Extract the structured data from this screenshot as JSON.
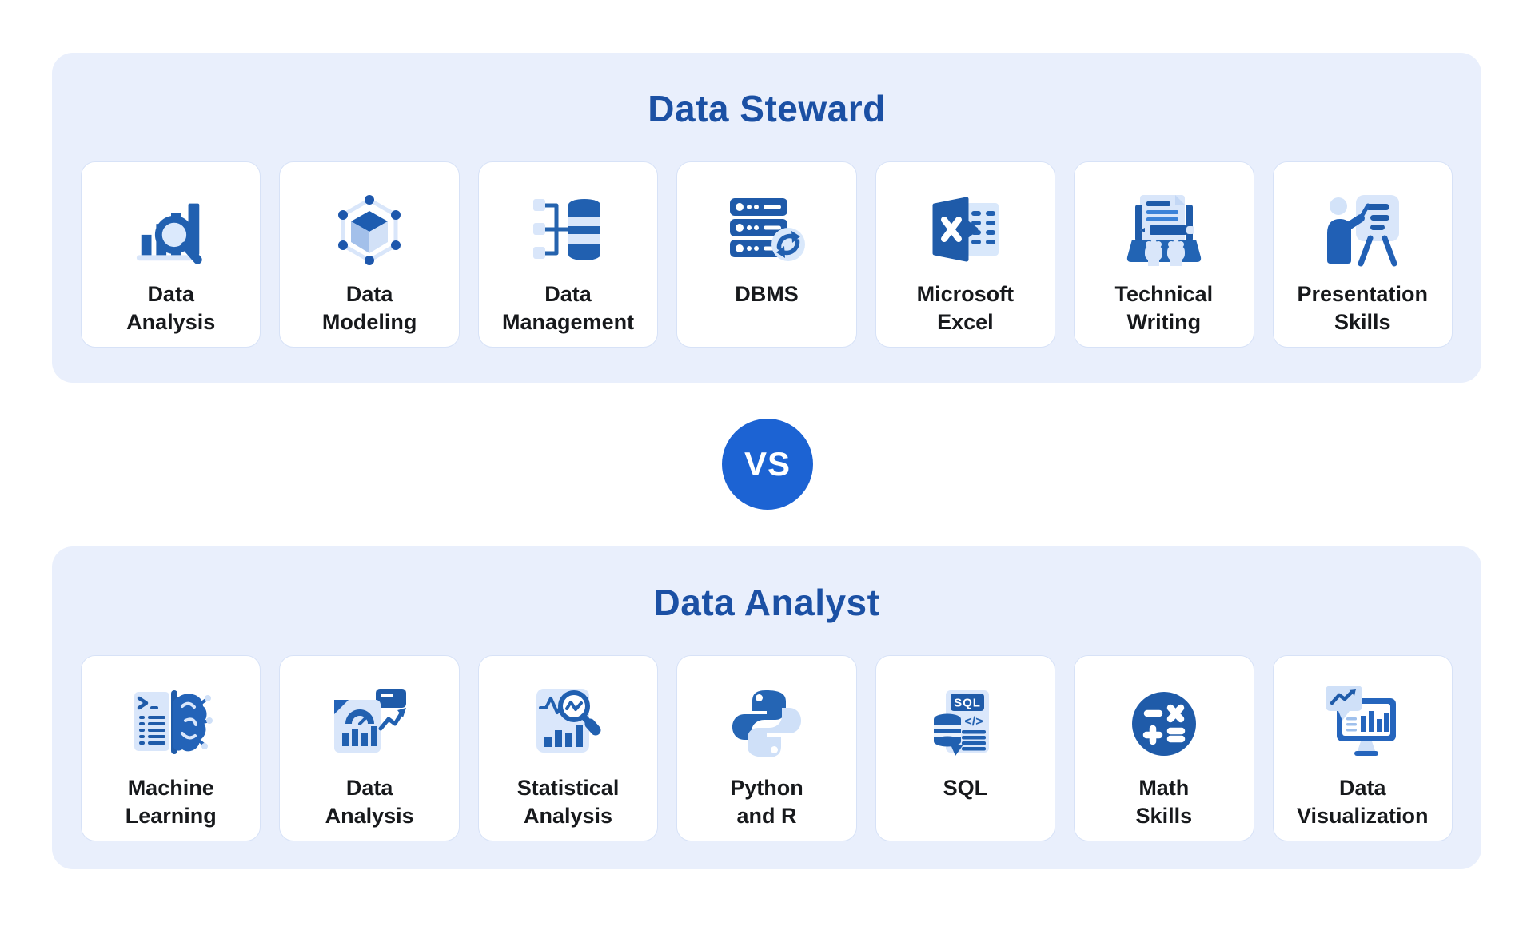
{
  "colors": {
    "section_bg": "#e9effc",
    "card_bg": "#ffffff",
    "card_border": "#d7e2f7",
    "title_text": "#1b50a4",
    "label_text": "#17191c",
    "vs_bg": "#1c63d3",
    "vs_text": "#ffffff",
    "icon_dark_blue": "#1f5ba9",
    "icon_bright_blue": "#3b82d8",
    "icon_light_blue": "#d9e6fa"
  },
  "vs_badge": {
    "label": "VS"
  },
  "sections": [
    {
      "id": "data-steward",
      "title": "Data Steward",
      "cards": [
        {
          "icon": "data-analysis-icon",
          "label": "Data\nAnalysis"
        },
        {
          "icon": "data-modeling-icon",
          "label": "Data\nModeling"
        },
        {
          "icon": "data-management-icon",
          "label": "Data\nManagement"
        },
        {
          "icon": "dbms-icon",
          "label": "DBMS"
        },
        {
          "icon": "microsoft-excel-icon",
          "label": "Microsoft\nExcel"
        },
        {
          "icon": "technical-writing-icon",
          "label": "Technical\nWriting"
        },
        {
          "icon": "presentation-skills-icon",
          "label": "Presentation\nSkills"
        }
      ]
    },
    {
      "id": "data-analyst",
      "title": "Data Analyst",
      "cards": [
        {
          "icon": "machine-learning-icon",
          "label": "Machine\nLearning"
        },
        {
          "icon": "data-analysis-chart-icon",
          "label": "Data\nAnalysis"
        },
        {
          "icon": "statistical-analysis-icon",
          "label": "Statistical\nAnalysis"
        },
        {
          "icon": "python-r-icon",
          "label": "Python\nand R"
        },
        {
          "icon": "sql-icon",
          "label": "SQL",
          "icon_text": "SQL",
          "icon_code_text": "</>"
        },
        {
          "icon": "math-skills-icon",
          "label": "Math\nSkills"
        },
        {
          "icon": "data-visualization-icon",
          "label": "Data\nVisualization"
        }
      ]
    }
  ]
}
